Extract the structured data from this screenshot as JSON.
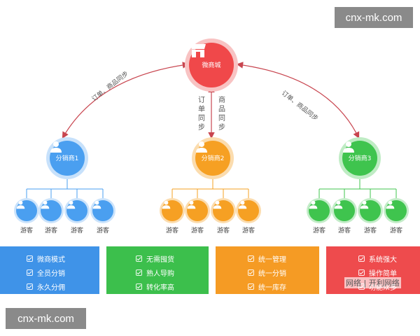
{
  "diagram": {
    "center": {
      "label": "微商城",
      "color": "#f0484a",
      "ring": "#f8c3c3"
    },
    "edges": {
      "left_label": "订单、商品同步",
      "right_label": "订单、商品同步",
      "mid_left": "订单同步",
      "mid_right": "商品同步",
      "arrow_color": "#c8454f"
    },
    "distributors": [
      {
        "label": "分销商1",
        "color": "#4a9ff0",
        "ring": "#c7e1fb",
        "leaf_color": "#4a9ff0",
        "leaf_ring": "#cbe3fb"
      },
      {
        "label": "分销商2",
        "color": "#f6a023",
        "ring": "#fbdcae",
        "leaf_color": "#f6a023",
        "leaf_ring": "#fbdcae"
      },
      {
        "label": "分销商3",
        "color": "#3fc44e",
        "ring": "#bfecc4",
        "leaf_color": "#3fc44e",
        "leaf_ring": "#c3ecc8"
      }
    ],
    "visitor_label": "游客"
  },
  "panels": [
    {
      "color": "#3f93e8",
      "items": [
        "微商模式",
        "全员分销",
        "永久分佣"
      ]
    },
    {
      "color": "#3cbf4c",
      "items": [
        "无需囤货",
        "熟人导购",
        "转化率高"
      ]
    },
    {
      "color": "#f59b24",
      "items": [
        "统一管理",
        "统一分销",
        "统一库存"
      ]
    },
    {
      "color": "#ee4b4d",
      "items": [
        "系统强大",
        "操作简单",
        "功能众多"
      ]
    }
  ],
  "watermarks": {
    "top": "cnx-mk.com",
    "bottom": "cnx-mk.com",
    "overlay": "网络 | 开利网络"
  }
}
